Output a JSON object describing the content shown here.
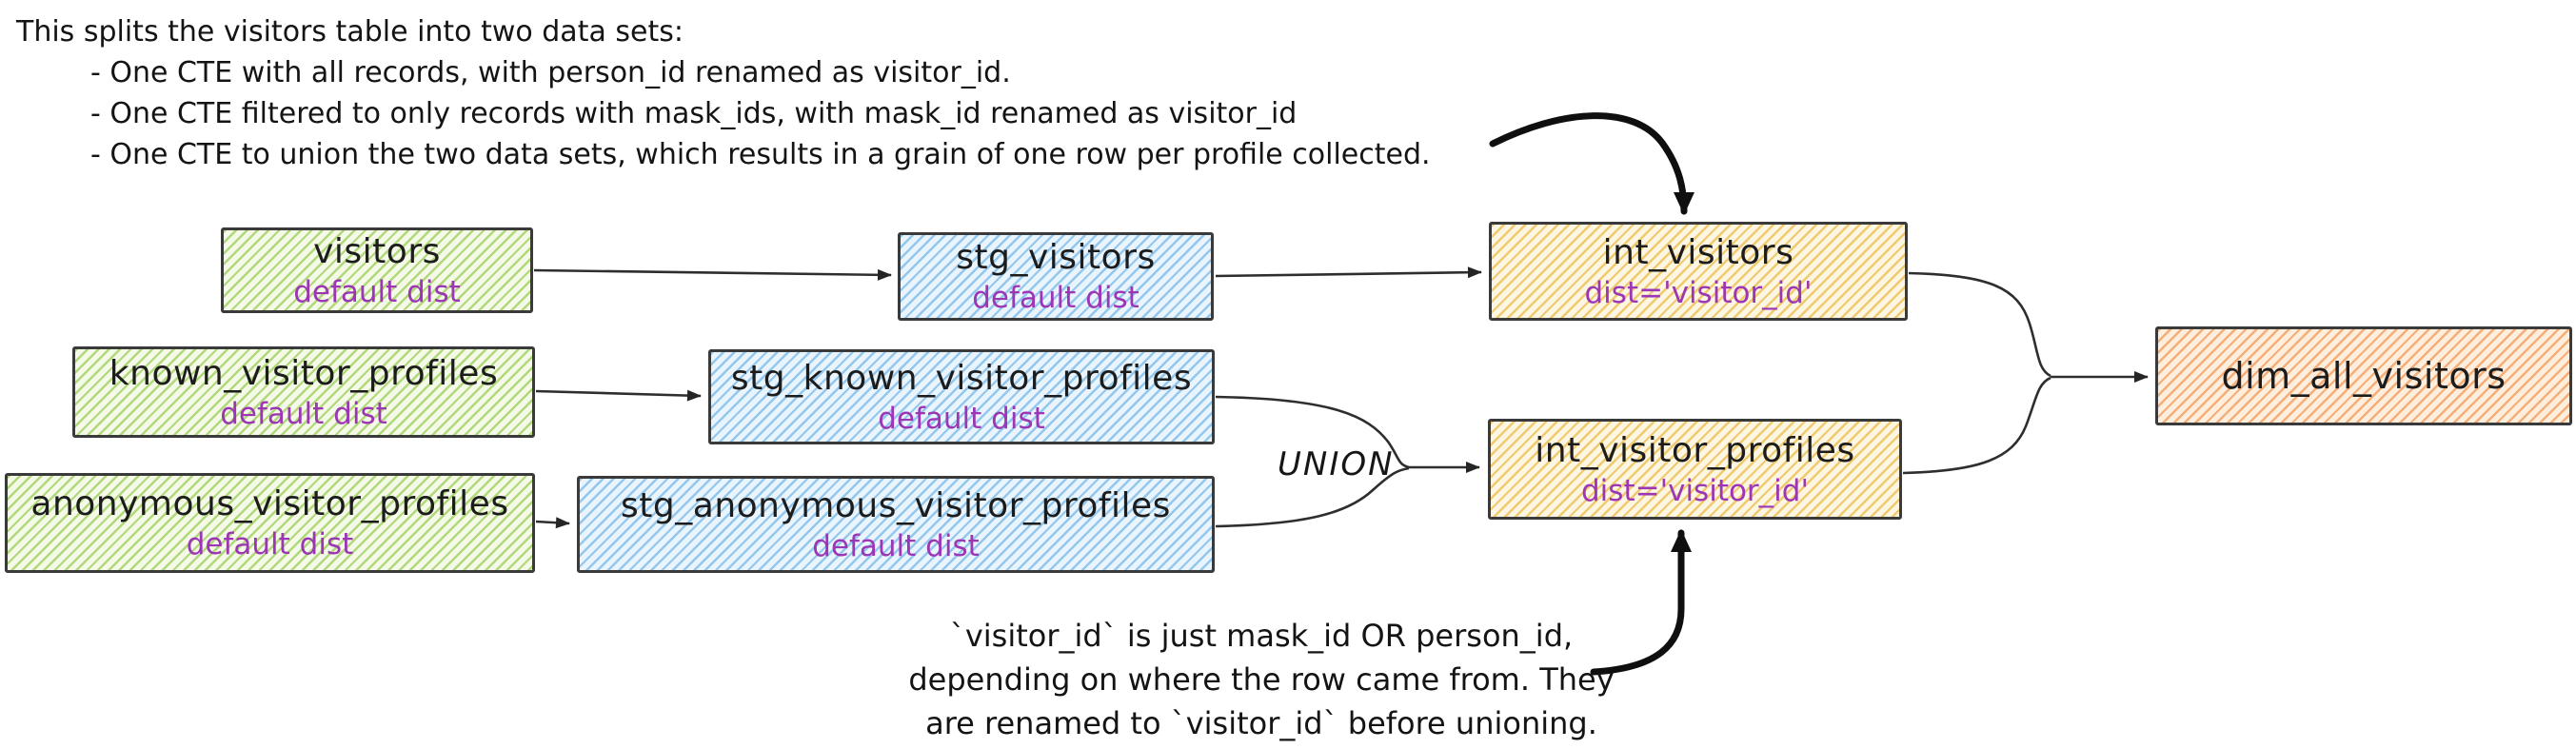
{
  "note_top": {
    "lines": [
      "This splits the visitors table into two data sets:",
      "- One CTE with all records, with person_id renamed as visitor_id.",
      "- One CTE filtered to only records with mask_ids, with mask_id renamed as visitor_id",
      "- One CTE to union the two data sets, which results in a grain of one row per profile collected."
    ]
  },
  "note_bottom": {
    "lines": [
      "`visitor_id` is just mask_id OR person_id,",
      "depending on where the row came from. They",
      "are renamed to `visitor_id` before unioning."
    ]
  },
  "union_label": "UNION",
  "nodes": {
    "visitors": {
      "title": "visitors",
      "subtitle": "default dist",
      "color": "green"
    },
    "stg_visitors": {
      "title": "stg_visitors",
      "subtitle": "default dist",
      "color": "blue"
    },
    "int_visitors": {
      "title": "int_visitors",
      "subtitle": "dist='visitor_id'",
      "color": "yellow"
    },
    "known_visitor_profiles": {
      "title": "known_visitor_profiles",
      "subtitle": "default dist",
      "color": "green"
    },
    "stg_known_visitor_profiles": {
      "title": "stg_known_visitor_profiles",
      "subtitle": "default dist",
      "color": "blue"
    },
    "anonymous_visitor_profiles": {
      "title": "anonymous_visitor_profiles",
      "subtitle": "default dist",
      "color": "green"
    },
    "stg_anonymous_visitor_profiles": {
      "title": "stg_anonymous_visitor_profiles",
      "subtitle": "default dist",
      "color": "blue"
    },
    "int_visitor_profiles": {
      "title": "int_visitor_profiles",
      "subtitle": "dist='visitor_id'",
      "color": "yellow"
    },
    "dim_all_visitors": {
      "title": "dim_all_visitors",
      "color": "orange"
    }
  },
  "edges": [
    {
      "from": "visitors",
      "to": "stg_visitors"
    },
    {
      "from": "stg_visitors",
      "to": "int_visitors"
    },
    {
      "from": "known_visitor_profiles",
      "to": "stg_known_visitor_profiles"
    },
    {
      "from": "anonymous_visitor_profiles",
      "to": "stg_anonymous_visitor_profiles"
    },
    {
      "from": "stg_known_visitor_profiles",
      "to": "int_visitor_profiles",
      "label": "UNION"
    },
    {
      "from": "stg_anonymous_visitor_profiles",
      "to": "int_visitor_profiles",
      "label": "UNION"
    },
    {
      "from": "int_visitors",
      "to": "dim_all_visitors"
    },
    {
      "from": "int_visitor_profiles",
      "to": "dim_all_visitors"
    }
  ],
  "palette": {
    "source_hatch": "#b2d87c",
    "staging_hatch": "#94c7ee",
    "intermediate_hatch": "#f0ca6e",
    "mart_hatch": "#f5ae78",
    "subtitle_text": "#9c36b5",
    "stroke": "#3a3a3a",
    "text": "#1e1e1e"
  }
}
